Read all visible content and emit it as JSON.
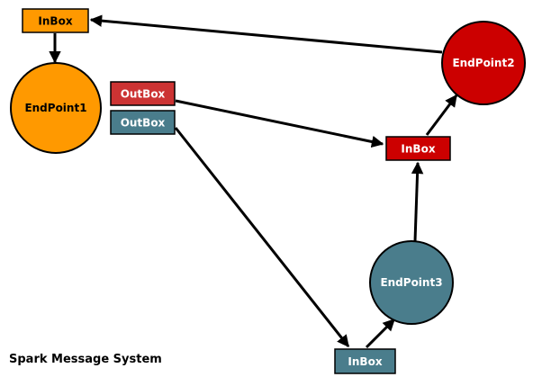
{
  "title": "Spark Message System",
  "endpoints": [
    {
      "id": "ep1",
      "label": "EndPoint1",
      "color": "#FF9900"
    },
    {
      "id": "ep2",
      "label": "EndPoint2",
      "color": "#CC0000"
    },
    {
      "id": "ep3",
      "label": "EndPoint3",
      "color": "#4A7D8C"
    }
  ],
  "boxes": [
    {
      "id": "inbox1",
      "label": "InBox",
      "color": "#FF9900",
      "text_color": "#000000",
      "belongs_to": "EndPoint1"
    },
    {
      "id": "outbox1a",
      "label": "OutBox",
      "color": "#CC3333",
      "text_color": "#FFFFFF",
      "belongs_to": "EndPoint1"
    },
    {
      "id": "outbox1b",
      "label": "OutBox",
      "color": "#4A7D8C",
      "text_color": "#FFFFFF",
      "belongs_to": "EndPoint1"
    },
    {
      "id": "inbox2",
      "label": "InBox",
      "color": "#CC0000",
      "text_color": "#FFFFFF",
      "belongs_to": "EndPoint2"
    },
    {
      "id": "inbox3",
      "label": "InBox",
      "color": "#4A7D8C",
      "text_color": "#FFFFFF",
      "belongs_to": "EndPoint3"
    }
  ],
  "edges": [
    {
      "from": "inbox1",
      "to": "ep1"
    },
    {
      "from": "ep2",
      "to": "inbox1"
    },
    {
      "from": "outbox1a",
      "to": "inbox2"
    },
    {
      "from": "outbox1b",
      "to": "inbox3"
    },
    {
      "from": "inbox3",
      "to": "ep3"
    },
    {
      "from": "ep3",
      "to": "inbox2"
    },
    {
      "from": "inbox2",
      "to": "ep2"
    }
  ]
}
